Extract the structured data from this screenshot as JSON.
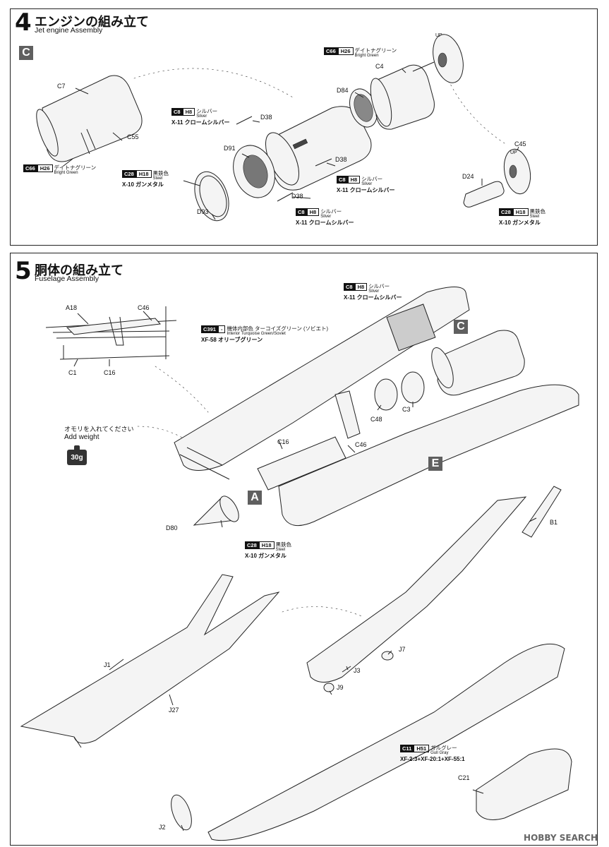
{
  "step4": {
    "number": "4",
    "title_jp": "エンジンの組み立て",
    "title_en": "Jet engine Assembly",
    "subassembly_box": "C",
    "parts": {
      "c7": "C7",
      "c55": "C55",
      "d91": "D91",
      "d93": "D93",
      "d38a": "D38",
      "d38b": "D38",
      "d38c": "D38",
      "d84": "D84",
      "c4": "C4",
      "c45": "C45",
      "d24": "D24",
      "up": "UP"
    },
    "colors": {
      "c66_left": {
        "code": "C66",
        "h": "H26",
        "jp": "デイトナグリーン",
        "en": "Bright Green"
      },
      "c28_left": {
        "code": "C28",
        "h": "H18",
        "jp": "黒鉄色",
        "en": "Steel",
        "x": "X-10 ガンメタル"
      },
      "c8_top": {
        "code": "C8",
        "h": "H8",
        "jp": "シルバー",
        "en": "Silver",
        "x": "X-11 クロームシルバー"
      },
      "c8_mid": {
        "code": "C8",
        "h": "H8",
        "jp": "シルバー",
        "en": "Silver",
        "x": "X-11 クロームシルバー"
      },
      "c8_bot": {
        "code": "C8",
        "h": "H8",
        "jp": "シルバー",
        "en": "Silver",
        "x": "X-11 クロームシルバー"
      },
      "c66_top": {
        "code": "C66",
        "h": "H26",
        "jp": "デイトナグリーン",
        "en": "Bright Green"
      },
      "c28_right": {
        "code": "C28",
        "h": "H18",
        "jp": "黒鉄色",
        "en": "Steel",
        "x": "X-10 ガンメタル"
      }
    }
  },
  "step5": {
    "number": "5",
    "title_jp": "胴体の組み立て",
    "title_en": "Fuselage Assembly",
    "boxes": {
      "c": "C",
      "e": "E",
      "a": "A"
    },
    "weight": {
      "jp": "オモリを入れてください",
      "en": "Add weight",
      "grams": "30g"
    },
    "parts": {
      "a18": "A18",
      "c46a": "C46",
      "c1": "C1",
      "c16a": "C16",
      "c16b": "C16",
      "c46b": "C46",
      "c48": "C48",
      "c3": "C3",
      "d80": "D80",
      "b1": "B1",
      "j1": "J1",
      "j27": "J27",
      "j7": "J7",
      "j3": "J3",
      "j9": "J9",
      "j2": "J2",
      "c21": "C21"
    },
    "colors": {
      "c8": {
        "code": "C8",
        "h": "H8",
        "jp": "シルバー",
        "en": "Silver",
        "x": "X-11 クロームシルバー"
      },
      "c391": {
        "code": "C391",
        "h": "-",
        "jp": "機体内部色 ターコイズグリーン (ソビエト)",
        "en": "Interior Turquoise Green/Soviet",
        "x": "XF-58 オリーブグリーン"
      },
      "c28": {
        "code": "C28",
        "h": "H18",
        "jp": "黒鉄色",
        "en": "Steel",
        "x": "X-10 ガンメタル"
      },
      "c11": {
        "code": "C11",
        "h": "H51",
        "jp": "ガルグレー",
        "en": "Gull Gray",
        "x": "XF-2:3+XF-20:1+XF-55:1"
      }
    }
  },
  "watermark": "HOBBY SEARCH"
}
